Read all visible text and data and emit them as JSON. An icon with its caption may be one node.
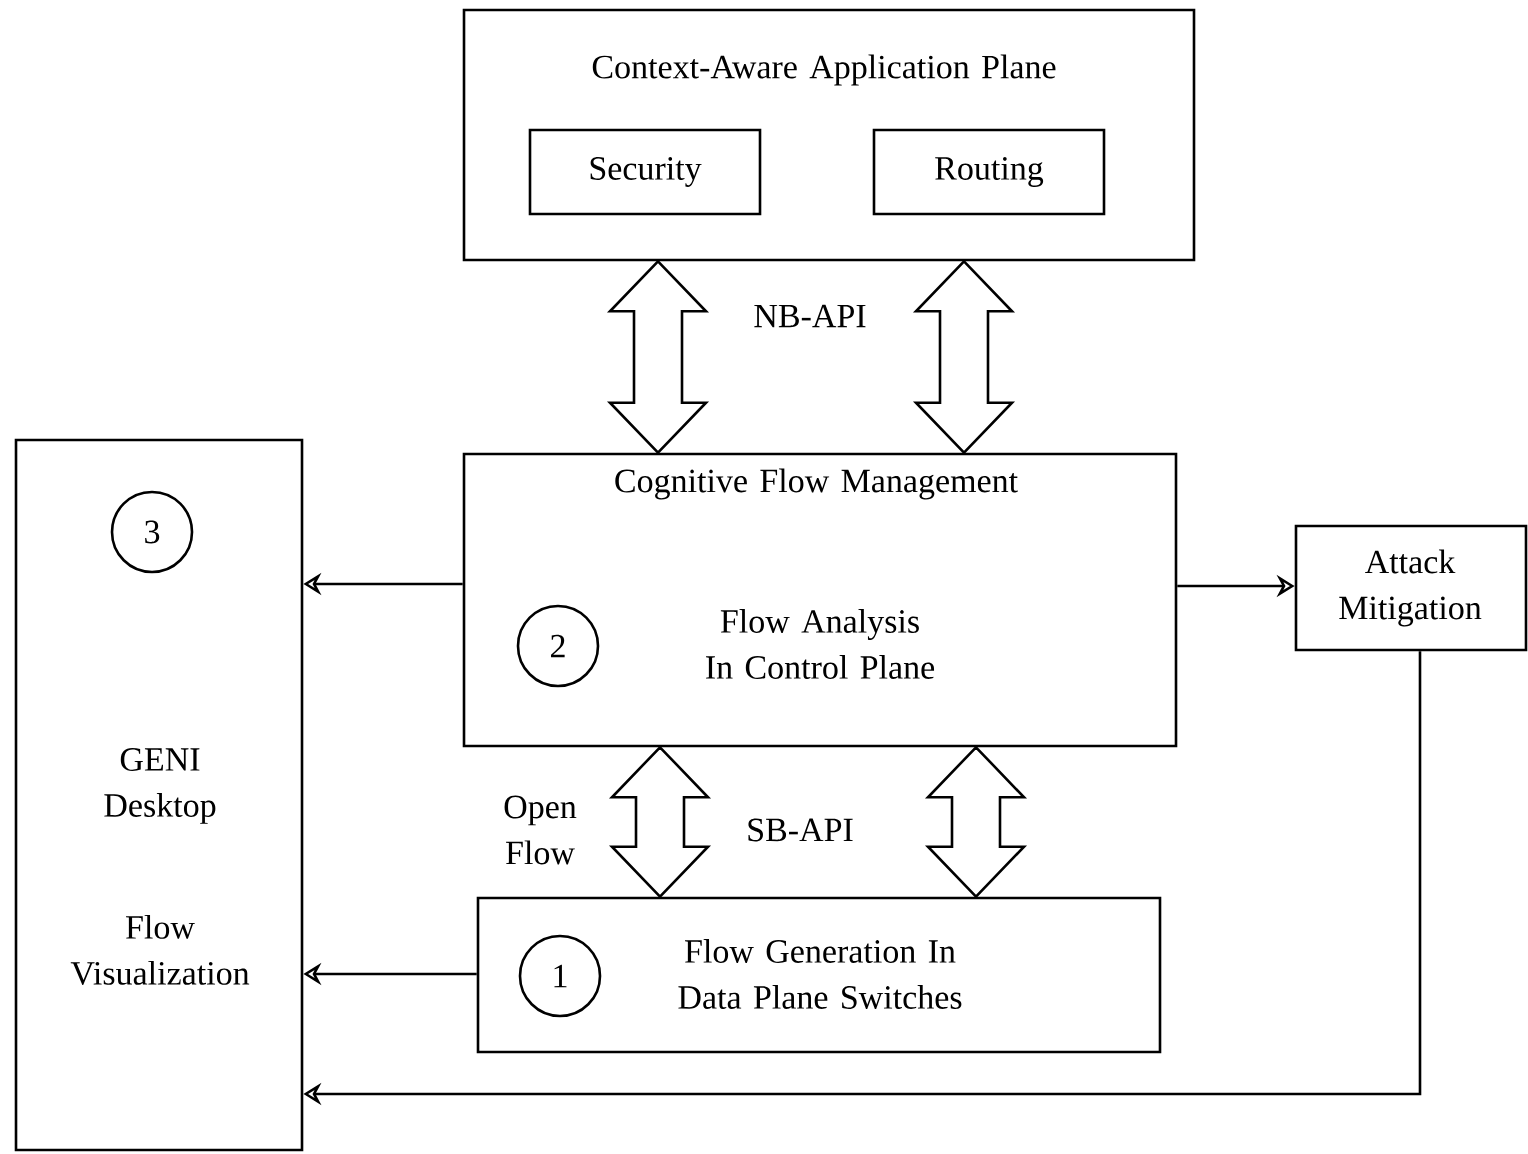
{
  "diagram": {
    "nodes": [
      {
        "text": [
          "Context-Aware Application Plane"
        ]
      },
      {
        "text": [
          "Security"
        ],
        "in": 0
      },
      {
        "text": [
          "Routing"
        ],
        "in": 0
      },
      {
        "text": [
          "Cognitive Flow Management",
          "Flow Analysis In Control Plane"
        ]
      },
      {
        "text": [
          "2"
        ],
        "in": 3
      },
      {
        "text": [
          "Flow Generation In Data Plane Switches"
        ]
      },
      {
        "text": [
          "1"
        ],
        "in": 5
      },
      {
        "text": [
          "GENI Desktop",
          "Flow Visualization"
        ]
      },
      {
        "text": [
          "3"
        ],
        "in": 7
      },
      {
        "text": [
          "Attack Mitigation"
        ]
      }
    ],
    "edges": [
      {
        "from": 0,
        "to": 3,
        "arrow": "both",
        "label": "NB-API"
      },
      {
        "from": 0,
        "to": 3,
        "arrow": "both"
      },
      {
        "from": 3,
        "to": 7,
        "arrow": "to"
      },
      {
        "from": 3,
        "to": 9,
        "arrow": "to"
      },
      {
        "from": 3,
        "to": 5,
        "arrow": "both",
        "label": "Open Flow"
      },
      {
        "from": 3,
        "to": 5,
        "arrow": "both",
        "label": "SB-API"
      },
      {
        "from": 5,
        "to": 7,
        "arrow": "to"
      },
      {
        "from": 9,
        "to": 7,
        "arrow": "to"
      }
    ]
  }
}
